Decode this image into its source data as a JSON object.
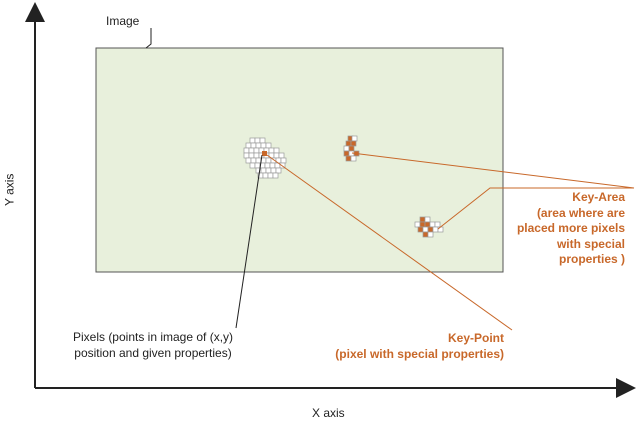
{
  "labels": {
    "image": "Image",
    "y_axis": "Y axis",
    "x_axis": "X axis",
    "pixels_line1": "Pixels (points in image of (x,y)",
    "pixels_line2": "position and given properties)",
    "keyarea_title": "Key-Area",
    "keyarea_line1": "(area where are",
    "keyarea_line2": "placed more pixels",
    "keyarea_line3": "with special",
    "keyarea_line4": "properties )",
    "keypoint_title": "Key-Point",
    "keypoint_line1": "(pixel with special properties)"
  },
  "colors": {
    "image_fill": "#e8f0dc",
    "accent": "#c8682a",
    "axis": "#222222",
    "grid_cell": "#9a9a9a"
  }
}
